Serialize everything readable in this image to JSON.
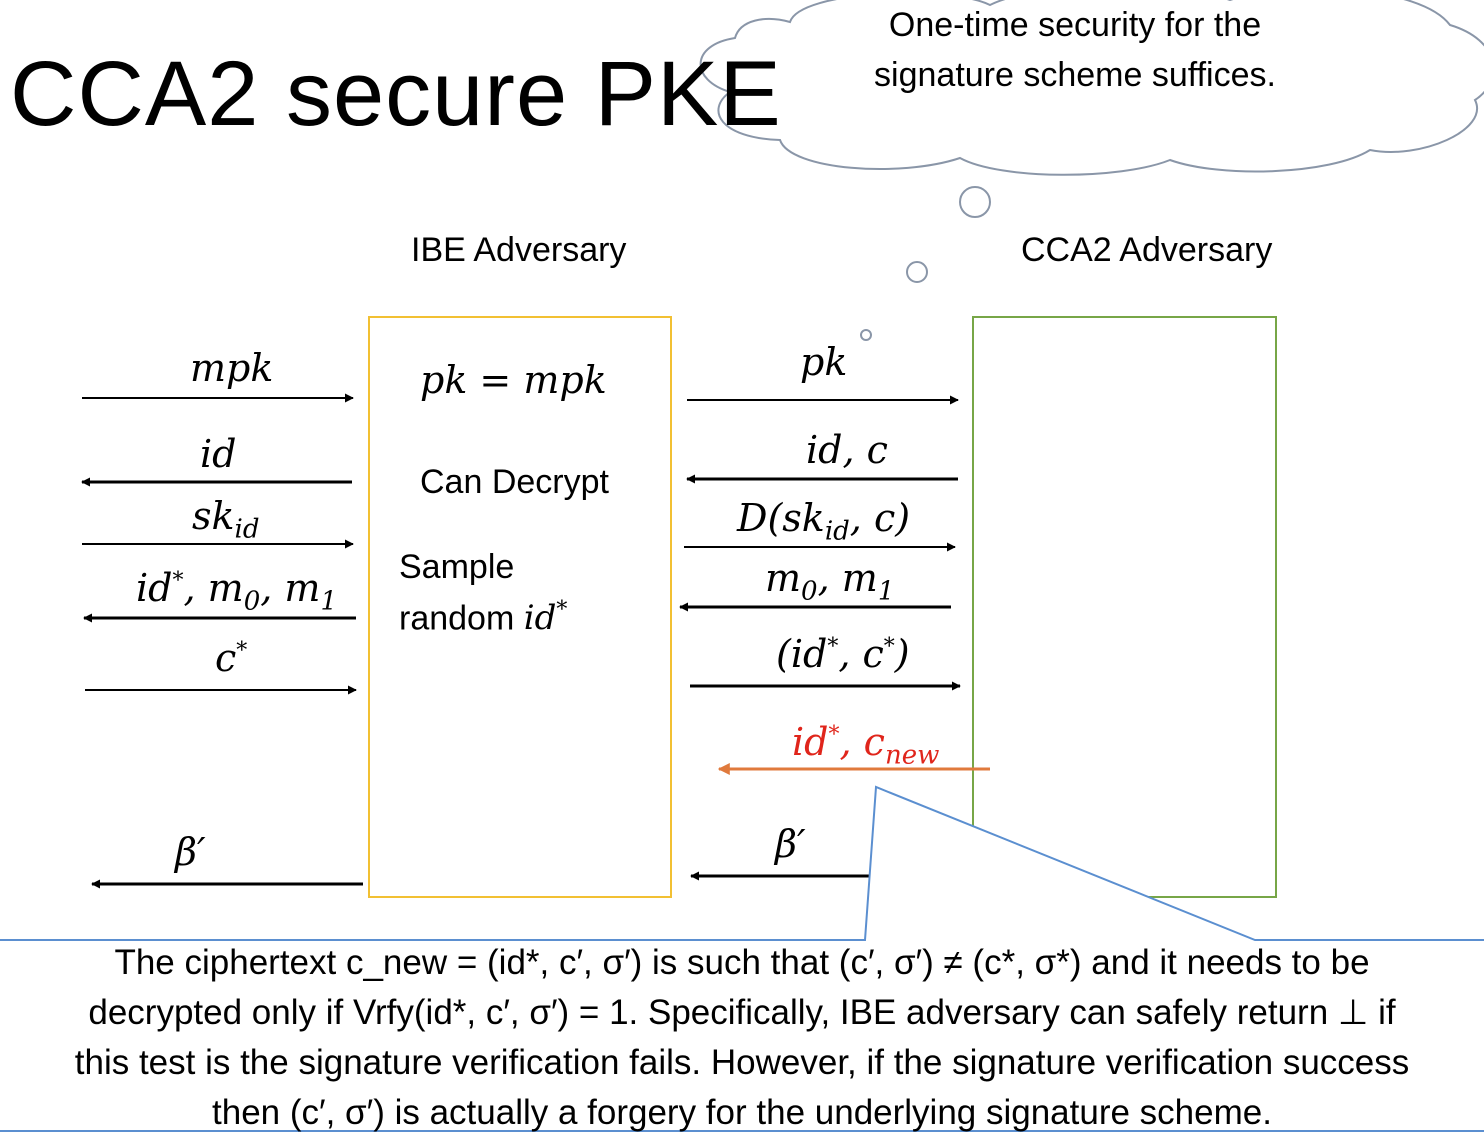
{
  "slide": {
    "title": "CCA2 secure PKE"
  },
  "thought_cloud": {
    "lines": [
      "One-time security for the",
      "signature scheme suffices."
    ]
  },
  "ibe_adversary": {
    "label": "IBE Adversary",
    "pk_eq": "pk = mpk",
    "can_decrypt": "Can Decrypt",
    "sample_line1": "Sample",
    "sample_line2": "random",
    "sample_var": "id"
  },
  "cca2_adversary": {
    "label": "CCA2 Adversary"
  },
  "left_arrows": {
    "mpk": "mpk",
    "id": "id",
    "sk": "sk",
    "sk_sub": "id",
    "challenge": "id",
    "m0": "m",
    "m0_sub": "0",
    "m1": "m",
    "m1_sub": "1",
    "c_star": "c",
    "beta": "β′"
  },
  "right_arrows": {
    "pk": "pk",
    "query": "id, c",
    "decrypt_pre": "D(sk",
    "decrypt_sub": "id",
    "decrypt_post": ", c)",
    "m0": "m",
    "m0_sub": "0",
    "m1": "m",
    "m1_sub": "1",
    "challenge_open": "(id",
    "challenge_mid": ", c",
    "challenge_close": ")",
    "new_id": "id",
    "new_c": "c",
    "new_sub": "new",
    "beta": "β′"
  },
  "callout": {
    "line1": "The ciphertext c_new = (id*, c′, σ′) is such that (c′, σ′) ≠ (c*, σ*) and it needs to be",
    "line2": "decrypted only if Vrfy(id*, c′, σ′) = 1. Specifically, IBE adversary can safely return ⊥ if",
    "line3": "this test is the signature verification fails. However, if the signature verification success",
    "line4": "then (c′, σ′) is actually a forgery for the underlying signature scheme."
  },
  "colors": {
    "ibe_box": "#f2c033",
    "cca2_box": "#77a647",
    "cloud_stroke": "#8a96a8",
    "callout_stroke": "#5b8fd0",
    "highlight_arrow": "#e07a3c",
    "highlight_text": "#e0251b"
  }
}
